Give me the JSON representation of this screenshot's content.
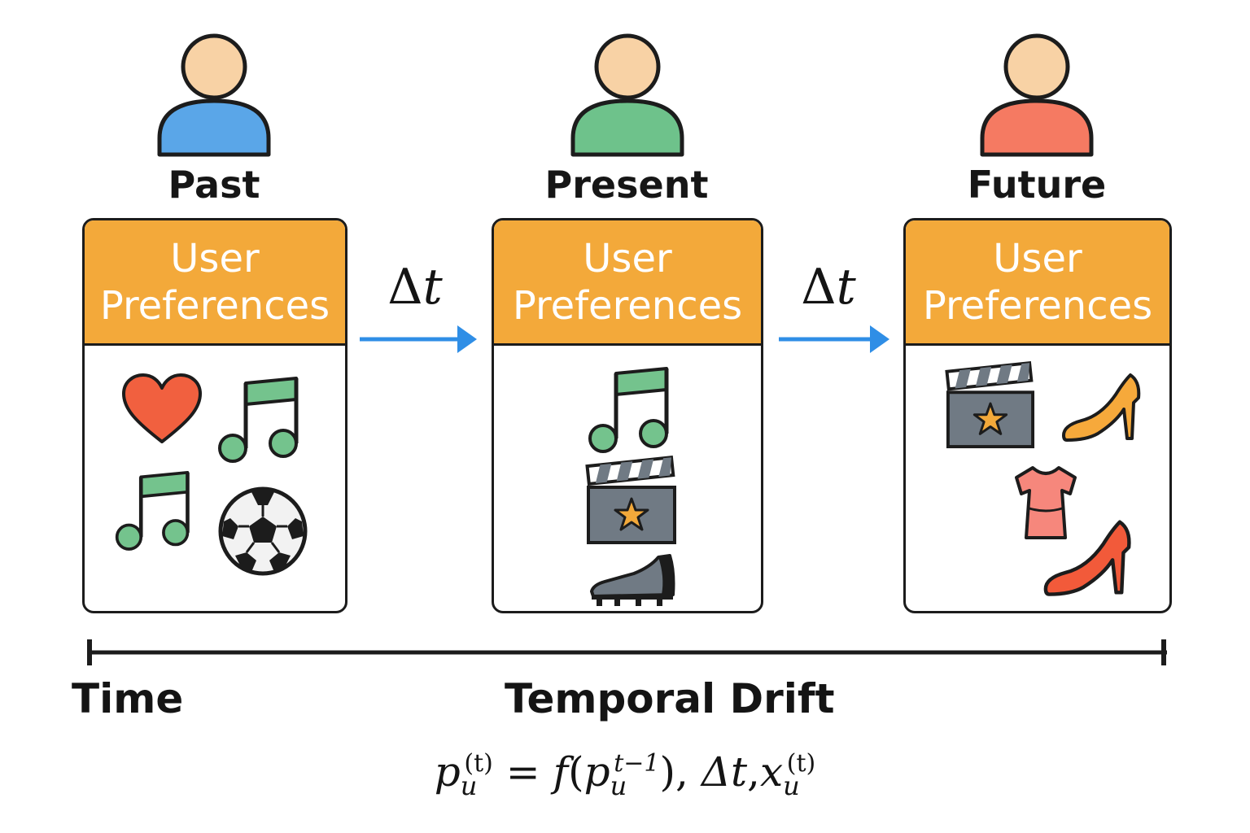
{
  "stages": [
    {
      "label": "Past",
      "avatar_color": "#5aa6e8",
      "header_line1": "User",
      "header_line2": "Preferences",
      "icons": [
        "heart-icon",
        "music-note-icon",
        "music-note-icon",
        "soccer-ball-icon"
      ]
    },
    {
      "label": "Present",
      "avatar_color": "#6ec28b",
      "header_line1": "User",
      "header_line2": "Preferences",
      "icons": [
        "music-note-icon",
        "movie-clapperboard-icon",
        "sneaker-icon"
      ]
    },
    {
      "label": "Future",
      "avatar_color": "#f57a62",
      "header_line1": "User",
      "header_line2": "Preferences",
      "icons": [
        "movie-clapperboard-icon",
        "high-heel-icon",
        "dress-icon",
        "high-heel-icon"
      ]
    }
  ],
  "transition": {
    "symbol": "Δ",
    "variable": "t"
  },
  "timeline": {
    "time_label": "Time",
    "drift_label": "Temporal Drift"
  },
  "formula": {
    "p": "p",
    "u": "u",
    "sup_t": "(t)",
    "eq": "=",
    "f": "f",
    "open": "(",
    "sup_prev": "t−1",
    "close": ")",
    "comma": ",",
    "delta_t": "Δt",
    "x": "x"
  },
  "colors": {
    "header": "#f3a93a",
    "arrow": "#2f8ee6",
    "outline": "#1c1c1c",
    "skin": "#f8d2a5",
    "note_green": "#74c38d",
    "heart_red": "#f1603f",
    "clapper_gray": "#707a84",
    "star_orange": "#f3a93a",
    "heel_orange": "#f6a93b",
    "heel_red": "#f25a3a",
    "dress_pink": "#f6877c"
  }
}
